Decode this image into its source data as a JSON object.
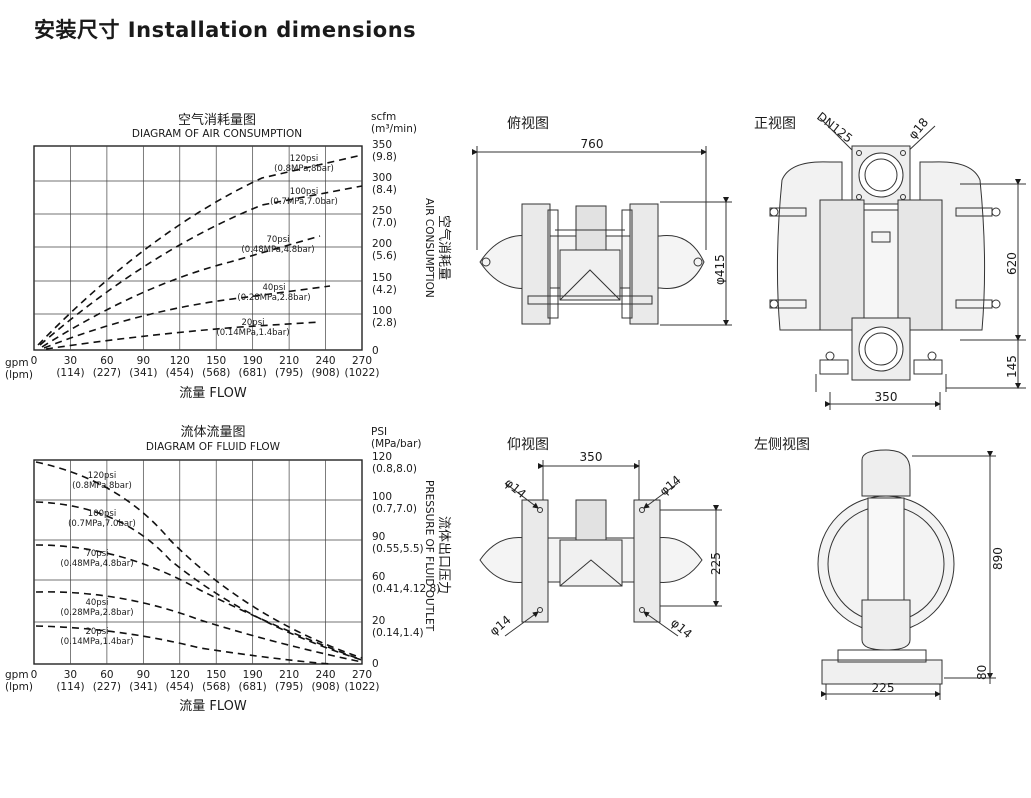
{
  "page": {
    "title": "安装尺寸 Installation dimensions"
  },
  "air_chart": {
    "title_cn": "空气消耗量图",
    "title_en": "DIAGRAM OF AIR CONSUMPTION",
    "right_unit": "scfm",
    "right_unit2": "(m³/min)",
    "right_label_cn": "空气消耗量",
    "right_label_en": "AIR CONSUMPTION",
    "x_label": "流量 FLOW",
    "x_unit1": "gpm",
    "x_unit2": "(lpm)",
    "x_ticks": [
      {
        "a": "0",
        "b": ""
      },
      {
        "a": "30",
        "b": "(114)"
      },
      {
        "a": "60",
        "b": "(227)"
      },
      {
        "a": "90",
        "b": "(341)"
      },
      {
        "a": "120",
        "b": "(454)"
      },
      {
        "a": "150",
        "b": "(568)"
      },
      {
        "a": "190",
        "b": "(681)"
      },
      {
        "a": "210",
        "b": "(795)"
      },
      {
        "a": "240",
        "b": "(908)"
      },
      {
        "a": "270",
        "b": "(1022)"
      }
    ],
    "y_ticks": [
      {
        "a": "350",
        "b": "(9.8)"
      },
      {
        "a": "300",
        "b": "(8.4)"
      },
      {
        "a": "250",
        "b": "(7.0)"
      },
      {
        "a": "200",
        "b": "(5.6)"
      },
      {
        "a": "150",
        "b": "(4.2)"
      },
      {
        "a": "100",
        "b": "(2.8)"
      },
      {
        "a": "0",
        "b": ""
      }
    ],
    "curve_labels": [
      {
        "a": "120psi",
        "b": "(0.8MPa,8bar)"
      },
      {
        "a": "100psi",
        "b": "(0.7MPa,7.0bar)"
      },
      {
        "a": "70psi",
        "b": "(0.48MPa,4.8bar)"
      },
      {
        "a": "40psi",
        "b": "(0.28MPa,2.8bar)"
      },
      {
        "a": "20psi",
        "b": "(0.14MPa,1.4bar)"
      }
    ]
  },
  "fluid_chart": {
    "title_cn": "流体流量图",
    "title_en": "DIAGRAM OF FLUID FLOW",
    "right_unit": "PSI",
    "right_unit2": "(MPa/bar)",
    "right_label_cn": "流体出口压力",
    "right_label_en": "PRESSURE OF FLUID OUTLET",
    "x_label": "流量 FLOW",
    "x_unit1": "gpm",
    "x_unit2": "(lpm)",
    "y_ticks": [
      {
        "a": "120",
        "b": "(0.8,8.0)"
      },
      {
        "a": "100",
        "b": "(0.7,7.0)"
      },
      {
        "a": "90",
        "b": "(0.55,5.5)"
      },
      {
        "a": "60",
        "b": "(0.41,4.12.8)"
      },
      {
        "a": "20",
        "b": "(0.14,1.4)"
      },
      {
        "a": "0",
        "b": ""
      }
    ],
    "curve_labels": [
      {
        "a": "120psi",
        "b": "(0.8MPa,8bar)"
      },
      {
        "a": "100psi",
        "b": "(0.7MPa,7.0bar)"
      },
      {
        "a": "70psi",
        "b": "(0.48MPa,4.8bar)"
      },
      {
        "a": "40psi",
        "b": "(0.28MPa,2.8bar)"
      },
      {
        "a": "20psi",
        "b": "(0.14MPa,1.4bar)"
      }
    ]
  },
  "views": {
    "top": {
      "title": "俯视图",
      "dim_width": "760",
      "dim_height": "φ415"
    },
    "front": {
      "title": "正视图",
      "dn": "DN125",
      "hole": "φ18",
      "dim_height": "620",
      "dim_base": "145",
      "dim_width": "350"
    },
    "bottom": {
      "title": "仰视图",
      "dim_width": "350",
      "dim_height": "225",
      "h1": "φ14",
      "h2": "φ14",
      "h3": "φ14",
      "h4": "φ14"
    },
    "left": {
      "title": "左侧视图",
      "dim_height": "890",
      "dim_base": "80",
      "dim_width": "225"
    }
  }
}
